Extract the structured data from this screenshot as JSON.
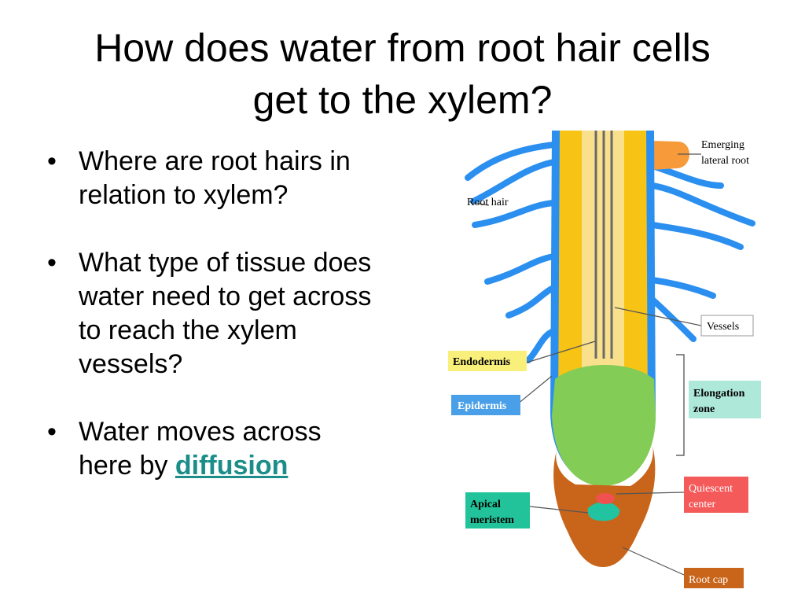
{
  "slide": {
    "title_line1": "How does water from root hair cells",
    "title_line2": "get to the xylem?"
  },
  "bullets": [
    {
      "text": "Where are root hairs in relation to xylem?"
    },
    {
      "text": "What type of tissue does water need to get across to reach the xylem vessels?"
    },
    {
      "text_before": "Water moves across here by ",
      "term": "diffusion"
    }
  ],
  "bullet_glyph": "•",
  "diagram": {
    "labels": {
      "emerging_line1": "Emerging",
      "emerging_line2": "lateral root",
      "root_hair": "Root hair",
      "vessels": "Vessels",
      "endodermis": "Endodermis",
      "epidermis": "Epidermis",
      "elongation_line1": "Elongation",
      "elongation_line2": "zone",
      "quiescent_line1": "Quiescent",
      "quiescent_line2": "center",
      "apical_line1": "Apical",
      "apical_line2": "meristem",
      "root_cap": "Root cap"
    },
    "colors": {
      "epidermis": "#2b8ff0",
      "endodermis": "#f7c315",
      "stele": "#f9e08c",
      "elongation": "#83cc56",
      "root_cap": "#c8651a",
      "apical": "#22c3a0",
      "quiescent": "#f05050",
      "lateral_root": "#f79a3a",
      "endodermis_box": "#f9f07c",
      "epidermis_box": "#4aa0e8",
      "elongation_box": "#aee8d8",
      "quiescent_box": "#f45a5a",
      "apical_box": "#22c39a",
      "rootcap_box": "#c8651a"
    }
  }
}
